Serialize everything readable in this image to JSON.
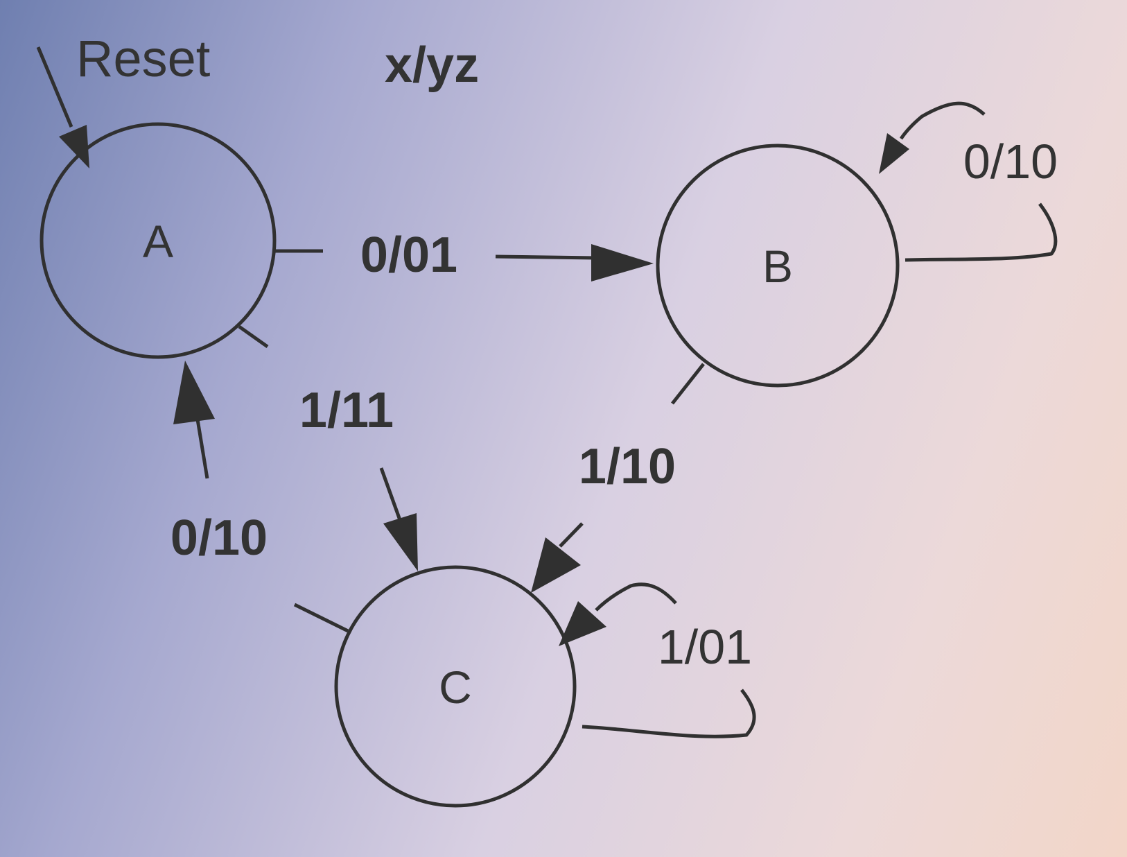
{
  "diagram": {
    "legend": "x/yz",
    "reset_label": "Reset",
    "states": {
      "a": "A",
      "b": "B",
      "c": "C"
    },
    "transitions": {
      "a_to_b": "0/01",
      "a_to_c": "1/11",
      "b_self": "0/10",
      "b_to_c": "1/10",
      "c_to_a": "0/10",
      "c_self": "1/01"
    }
  },
  "colors": {
    "ink": "#303030"
  }
}
